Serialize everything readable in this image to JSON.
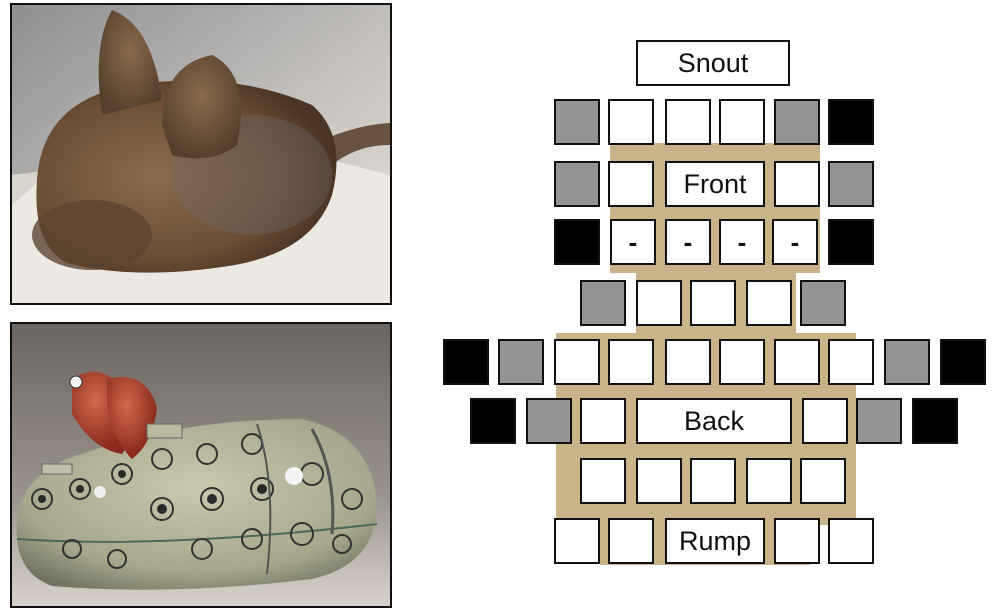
{
  "labels": {
    "snout": "Snout",
    "front": "Front",
    "back": "Back",
    "rump": "Rump",
    "dash": "-"
  },
  "colors": {
    "body_fill": "#c9b48a",
    "gray_sensor": "#949494",
    "black_sensor": "#000000",
    "white_sensor": "#ffffff"
  },
  "photos": {
    "top": "furry-robot-photo",
    "bottom": "sensor-shell-robot-photo"
  }
}
